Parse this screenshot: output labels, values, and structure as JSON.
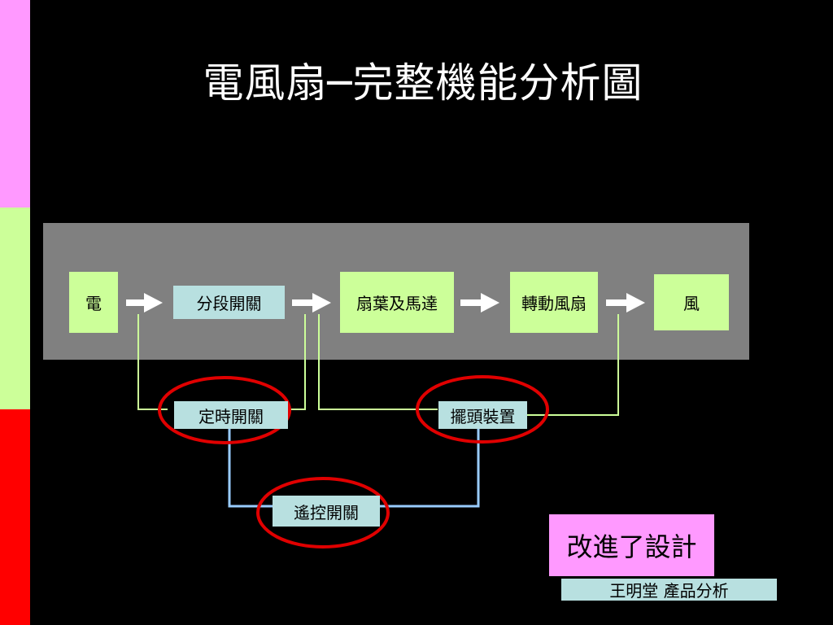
{
  "title": "電風扇─完整機能分析圖",
  "nodes": {
    "electric": "電",
    "stage_switch": "分段開關",
    "blade_motor": "扇葉及馬達",
    "rotating_fan": "轉動風扇",
    "wind": "風",
    "timer_switch": "定時開關",
    "oscillation": "擺頭裝置",
    "remote_switch": "遙控開關"
  },
  "callout": "改進了設計",
  "footer": "王明堂  產品分析",
  "colors": {
    "band_top": "#ff99ff",
    "band_middle": "#ccff99",
    "band_bottom": "#ff0000",
    "panel": "#808080",
    "flow_node": "#ccff99",
    "control_node": "#b8e0e0",
    "highlight_ellipse": "#e00000"
  }
}
